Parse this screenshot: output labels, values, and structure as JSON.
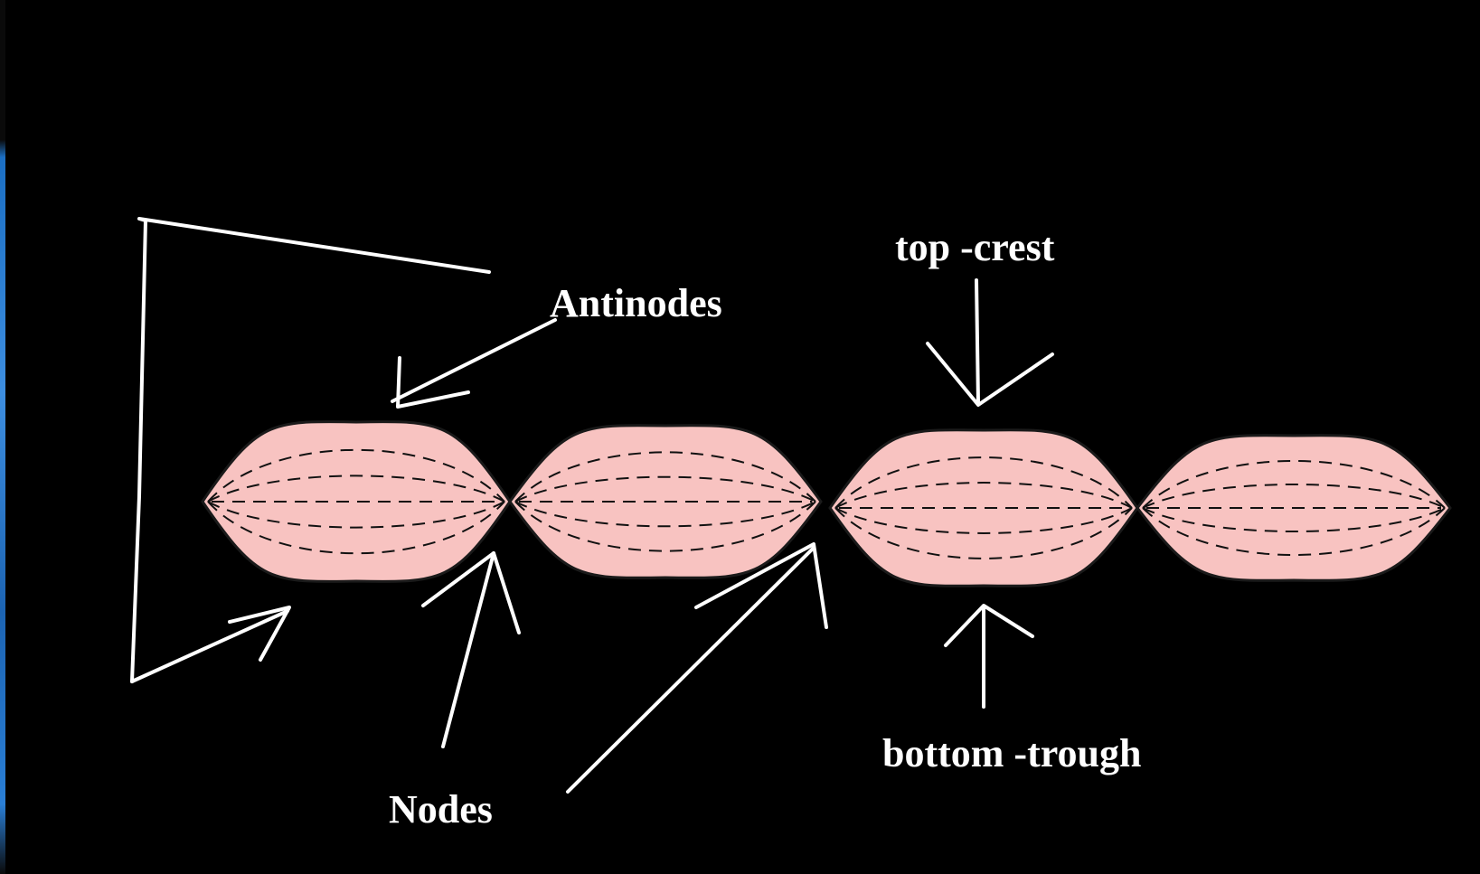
{
  "diagram": {
    "labels": {
      "antinodes": "Antinodes",
      "nodes": "Nodes",
      "top_crest": "top -crest",
      "bottom_trough": "bottom -trough"
    },
    "colors": {
      "background": "#000000",
      "loop_fill": "#f8c3c1",
      "loop_outline": "#1a1a1a",
      "dashes": "#111111",
      "annotation": "#ffffff",
      "desktop_accent": "#2a7fd6"
    },
    "standing_wave": {
      "loops": 4,
      "nodes": 5,
      "dashed_envelopes_per_loop": 5
    }
  }
}
